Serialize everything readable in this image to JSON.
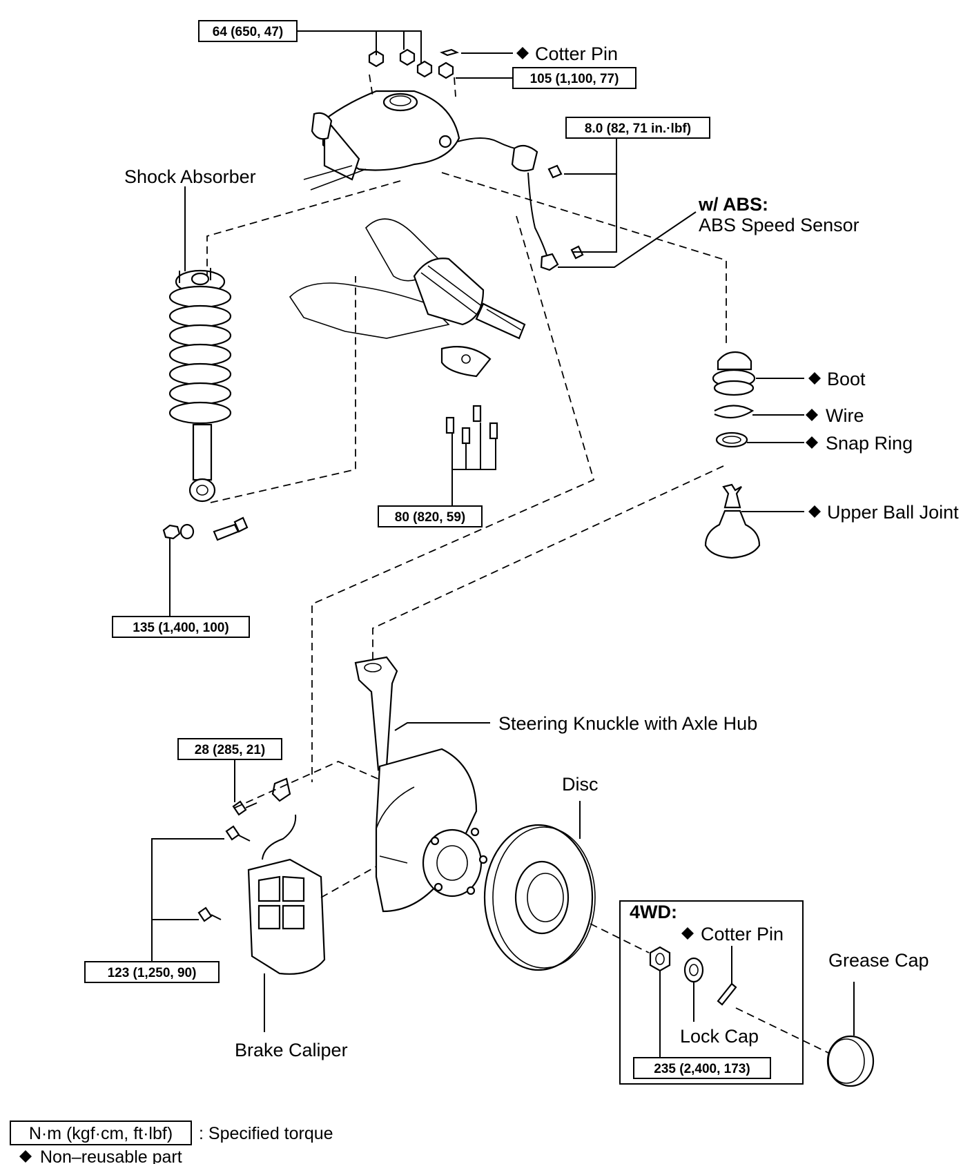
{
  "labels": {
    "cotter_pin_top": "Cotter Pin",
    "shock_absorber": "Shock Absorber",
    "abs_prefix": "w/ ABS:",
    "abs_sensor": "ABS Speed Sensor",
    "boot": "Boot",
    "wire": "Wire",
    "snap_ring": "Snap Ring",
    "upper_ball_joint": "Upper Ball Joint",
    "steering_knuckle": "Steering Knuckle with Axle Hub",
    "disc": "Disc",
    "fourwd": "4WD:",
    "cotter_pin_4wd": "Cotter Pin",
    "grease_cap": "Grease Cap",
    "lock_cap": "Lock Cap",
    "brake_caliper": "Brake Caliper"
  },
  "torques": {
    "t1": "64 (650, 47)",
    "t2": "105 (1,100, 77)",
    "t3": "8.0 (82, 71 in.·lbf)",
    "t4": "80 (820, 59)",
    "t5": "135 (1,400, 100)",
    "t6": "28 (285, 21)",
    "t7": "123 (1,250, 90)",
    "t8": "235 (2,400, 173)"
  },
  "legend": {
    "unit_box": "N·m (kgf·cm, ft·lbf)",
    "unit_desc": ": Specified torque",
    "nonreusable": "Non–reusable part"
  }
}
